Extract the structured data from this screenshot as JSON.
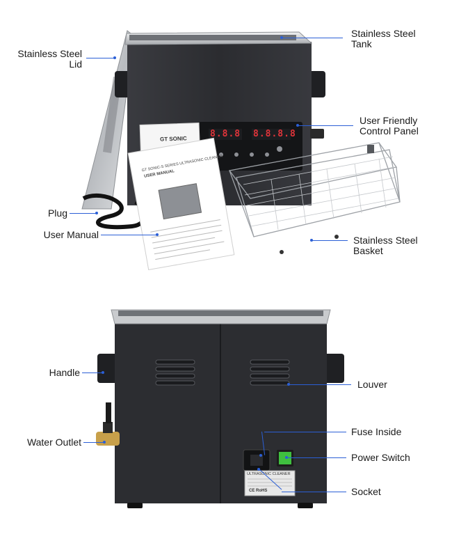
{
  "top_labels": {
    "tank": [
      "Stainless Steel",
      "Tank"
    ],
    "lid": [
      "Stainless Steel",
      "Lid"
    ],
    "control_panel": [
      "User Friendly",
      "Control Panel"
    ],
    "plug": "Plug",
    "manual": "User Manual",
    "basket": [
      "Stainless Steel",
      "Basket"
    ]
  },
  "bottom_labels": {
    "handle": "Handle",
    "louver": "Louver",
    "fuse": "Fuse Inside",
    "water_outlet": "Water Outlet",
    "power_switch": "Power Switch",
    "socket": "Socket"
  },
  "manual_cover": {
    "brand": "GT SONIC",
    "title": "GT SONIC-S SERIES ULTRASONIC CLEANER",
    "subtitle": "USER MANUAL"
  },
  "panel_display": {
    "left": "8.8.8",
    "right": "8.8.8.8"
  },
  "rating_plate": {
    "heading": "ULTRASONIC CLEANER",
    "marks": "CE RoHS"
  },
  "colors": {
    "leader_line": "#2b5fd6",
    "body_dark": "#2c2d31",
    "steel": "#c9cbce",
    "switch_green": "#3fbf3f",
    "display_red": "#e0343a"
  }
}
